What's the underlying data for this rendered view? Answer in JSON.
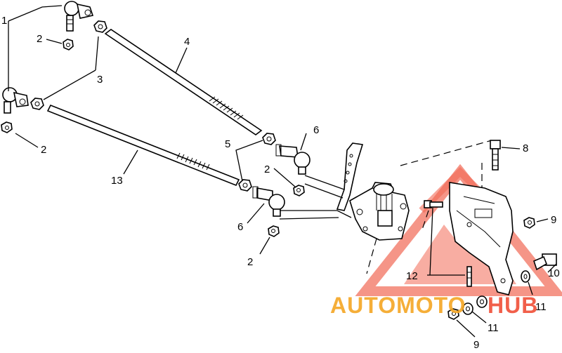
{
  "diagram": {
    "callouts": {
      "c1": "1",
      "c2a": "2",
      "c2b": "2",
      "c2c": "2",
      "c2d": "2",
      "c3": "3",
      "c4": "4",
      "c5": "5",
      "c6a": "6",
      "c6b": "6",
      "c8": "8",
      "c9a": "9",
      "c9b": "9",
      "c10": "10",
      "c11a": "11",
      "c11b": "11",
      "c12": "12",
      "c13": "13"
    }
  },
  "watermark": {
    "part1": "AUTOMOTO",
    "part2": "HUB",
    "color_primary": "#f04e37",
    "color_secondary": "#f5a623"
  }
}
